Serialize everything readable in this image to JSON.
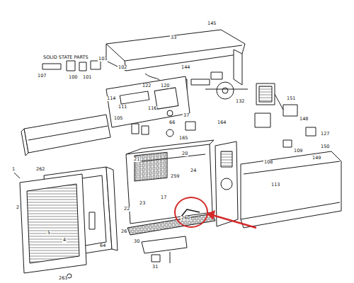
{
  "diagram": {
    "nodes": [
      {
        "text": [
          "260"
        ]
      }
    ],
    "labels": [
      "SOLID STATE PARTS",
      "145",
      "33",
      "144",
      "132",
      "151",
      "148",
      "127",
      "150",
      "149",
      "107",
      "100",
      "101",
      "102",
      "103",
      "120",
      "122",
      "114",
      "111",
      "116",
      "105",
      "66",
      "165",
      "37",
      "21",
      "20",
      "259",
      "17",
      "24",
      "22",
      "23",
      "26",
      "30",
      "31",
      "1",
      "2",
      "5",
      "4",
      "64",
      "263",
      "262",
      "164",
      "113",
      "108",
      "109"
    ]
  }
}
